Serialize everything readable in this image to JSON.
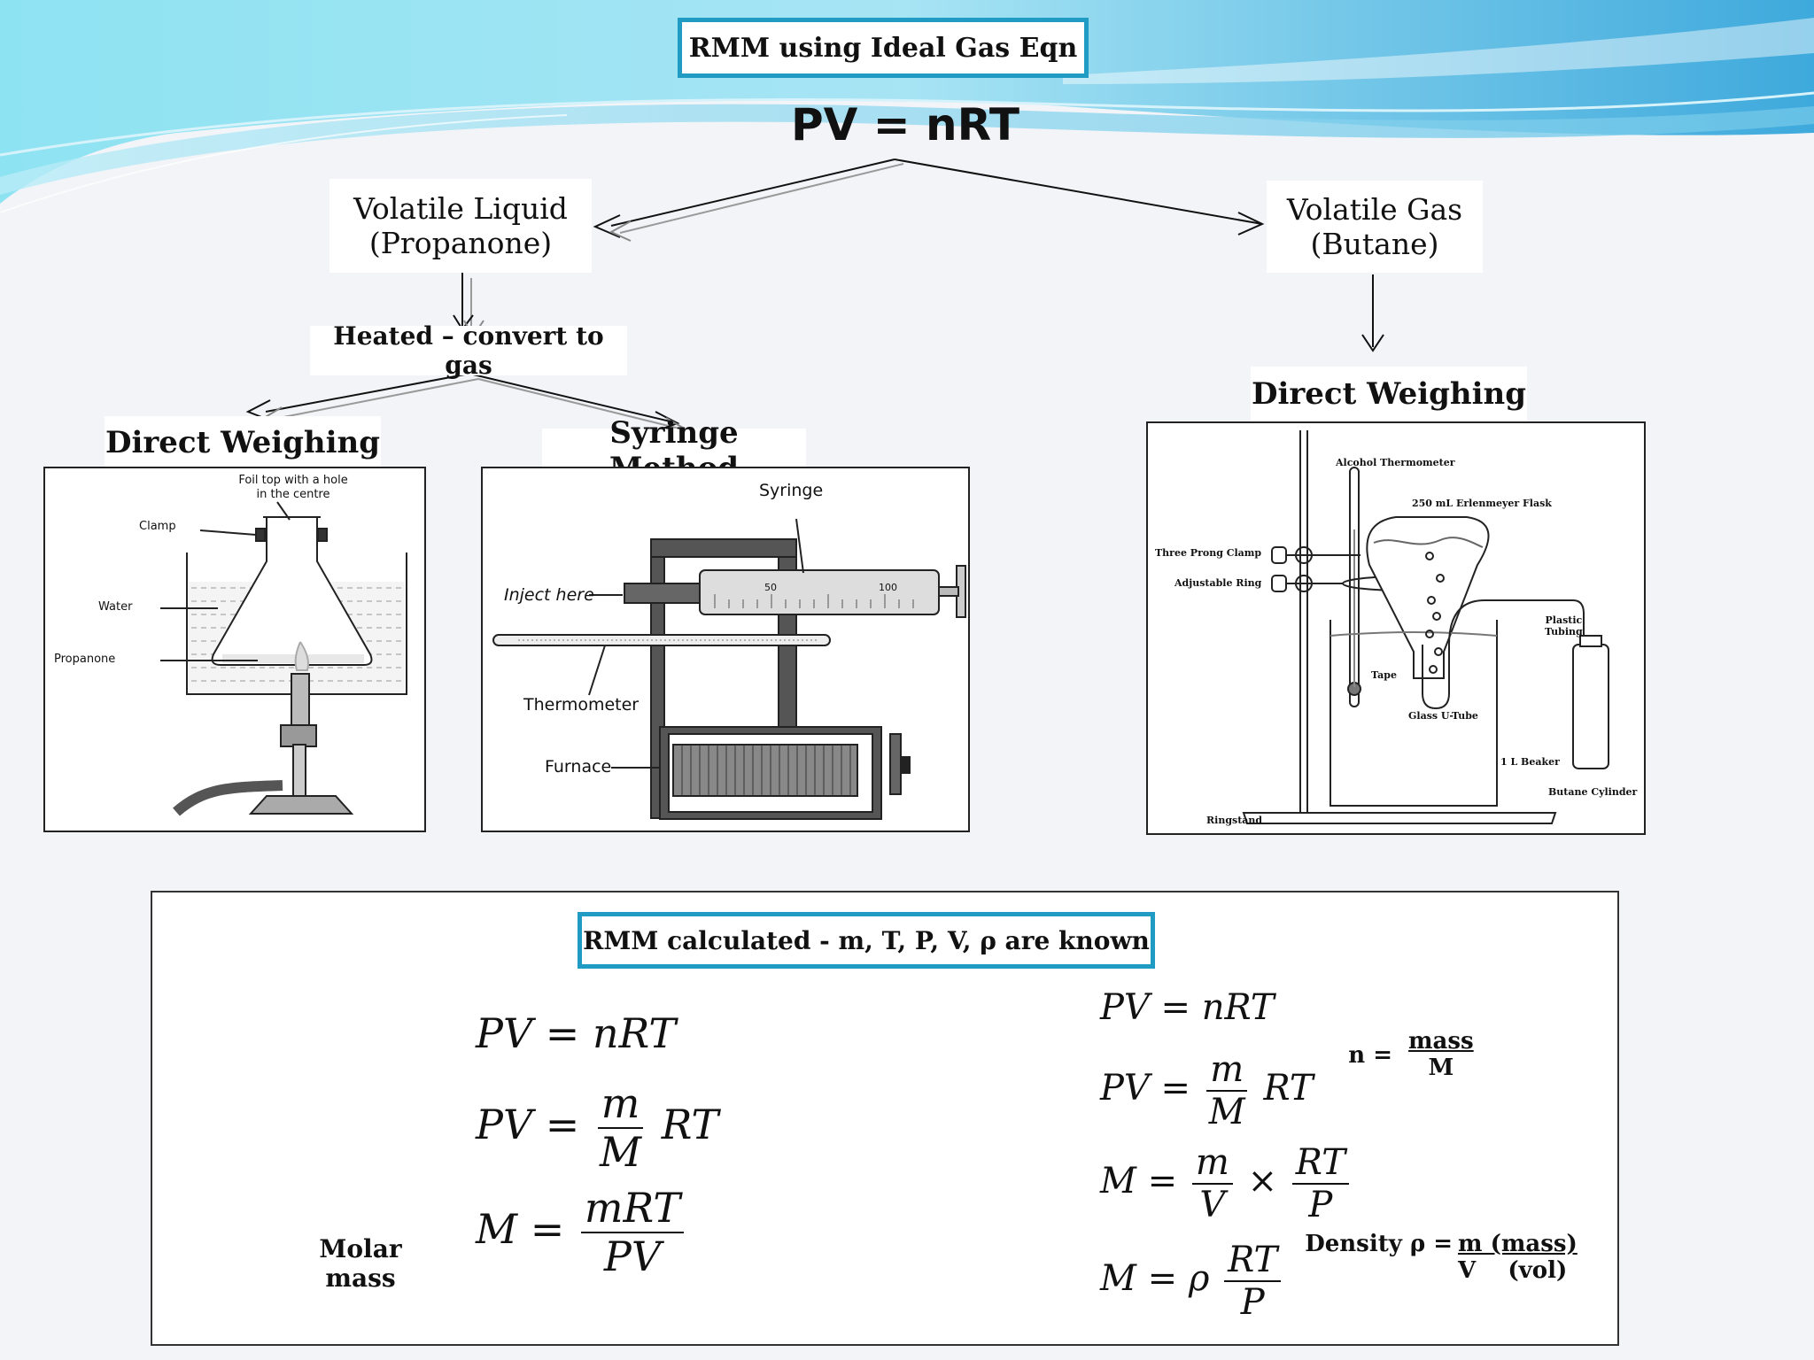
{
  "header": {
    "title": "RMM using Ideal Gas Eqn",
    "equation": "PV = nRT"
  },
  "branches": {
    "liquid": {
      "label_line1": "Volatile Liquid",
      "label_line2": "(Propanone)"
    },
    "gas": {
      "label_line1": "Volatile Gas",
      "label_line2": "(Butane)"
    },
    "heated": "Heated – convert to gas",
    "direct_weighing_left": "Direct Weighing",
    "syringe_method": "Syringe Method",
    "direct_weighing_right": "Direct Weighing"
  },
  "diagram_flask": {
    "foil_line1": "Foil top with a hole",
    "foil_line2": "in the centre",
    "clamp": "Clamp",
    "water": "Water",
    "propanone": "Propanone"
  },
  "diagram_syringe": {
    "syringe": "Syringe",
    "inject": "Inject here",
    "thermometer": "Thermometer",
    "furnace": "Furnace",
    "tick_50": "50",
    "tick_100": "100"
  },
  "diagram_butane": {
    "alcohol_thermometer": "Alcohol Thermometer",
    "flask": "250 mL Erlenmeyer Flask",
    "three_prong": "Three Prong Clamp",
    "adjustable_ring": "Adjustable Ring",
    "plastic": "Plastic",
    "tubing": "Tubing",
    "tape": "Tape",
    "utube": "Glass U-Tube",
    "beaker": "1 L Beaker",
    "cylinder": "Butane Cylinder",
    "ringstand": "Ringstand"
  },
  "calc": {
    "title": "RMM calculated - m, T, P, V, ρ are known",
    "left": {
      "eq1": "PV = nRT",
      "eq2_lhs": "PV =",
      "eq2_num": "m",
      "eq2_den": "M",
      "eq2_rhs": "RT",
      "eq3_lhs": "M =",
      "eq3_num": "mRT",
      "eq3_den": "PV",
      "molar_line1": "Molar",
      "molar_line2": "mass"
    },
    "right": {
      "eq1": "PV = nRT",
      "eq2_lhs": "PV =",
      "eq2_num": "m",
      "eq2_den": "M",
      "eq2_rhs": "RT",
      "eq3_lhs": "M =",
      "eq3_num1": "m",
      "eq3_den1": "V",
      "eq3_times": "×",
      "eq3_num2": "RT",
      "eq3_den2": "P",
      "eq4_lhs": "M = ρ",
      "eq4_num": "RT",
      "eq4_den": "P",
      "n_label": "n =",
      "n_num": "mass",
      "n_den": "M",
      "density_label": "Density ρ =",
      "density_num": "m (mass)",
      "density_den": "V    (vol)"
    }
  },
  "colors": {
    "accent_border": "#1f9bc4",
    "wave_light": "#8fdcf0",
    "wave_dark": "#3aa7d8"
  }
}
